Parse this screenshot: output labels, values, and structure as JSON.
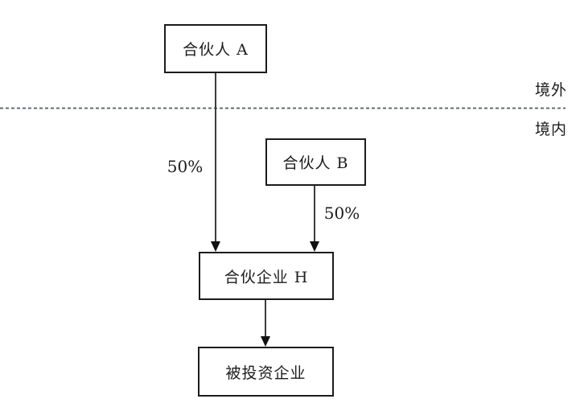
{
  "diagram": {
    "nodes": {
      "partner_a": "合伙人 A",
      "partner_b": "合伙人 B",
      "partnership_h": "合伙企业 H",
      "investee": "被投资企业"
    },
    "edge_labels": {
      "a_to_h": "50%",
      "b_to_h": "50%"
    },
    "region_labels": {
      "offshore": "境外",
      "onshore": "境内"
    },
    "colors": {
      "box_border": "#1c1c1c",
      "connector": "#3c3c3c",
      "arrowhead": "#111111",
      "divider": "#466066",
      "background": "#ffffff"
    }
  }
}
